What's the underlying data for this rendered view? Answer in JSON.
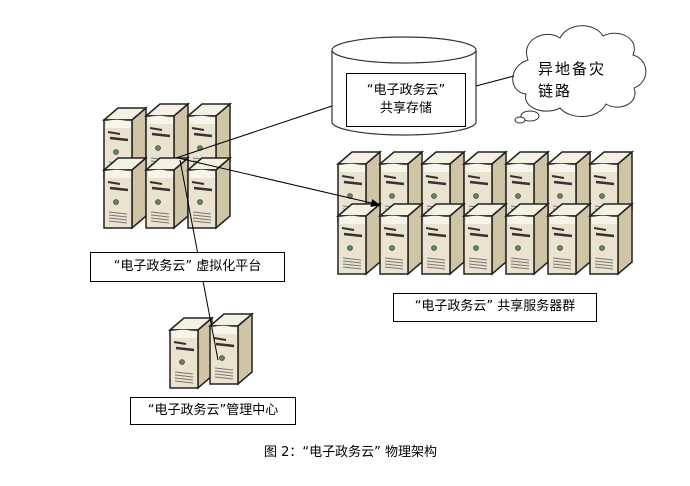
{
  "diagram": {
    "caption": "图 2：“电子政务云” 物理架构",
    "nodes": {
      "virtualization_platform": {
        "label": "“电子政务云” 虚拟化平台",
        "server_count": 6
      },
      "shared_storage": {
        "label_line1": "“电子政务云”",
        "label_line2": "共享存储"
      },
      "disaster_recovery": {
        "label_line1": "异地备灾",
        "label_line2": "链路"
      },
      "shared_server_cluster": {
        "label": "“电子政务云” 共享服务器群",
        "server_count": 14
      },
      "management_center": {
        "label": "“电子政务云”管理中心",
        "server_count": 2
      }
    },
    "connections": [
      {
        "from": "virtualization_platform",
        "to": "shared_storage",
        "arrow": false
      },
      {
        "from": "virtualization_platform",
        "to": "shared_server_cluster",
        "arrow": true
      },
      {
        "from": "virtualization_platform",
        "to": "management_center",
        "arrow": false
      },
      {
        "from": "shared_storage",
        "to": "disaster_recovery",
        "arrow": false
      }
    ],
    "colors": {
      "server_front": "#e9e3cf",
      "server_side": "#cfc4a4",
      "server_top": "#f4f0e2",
      "outline": "#222222",
      "power_button": "#5e8a5a"
    }
  }
}
